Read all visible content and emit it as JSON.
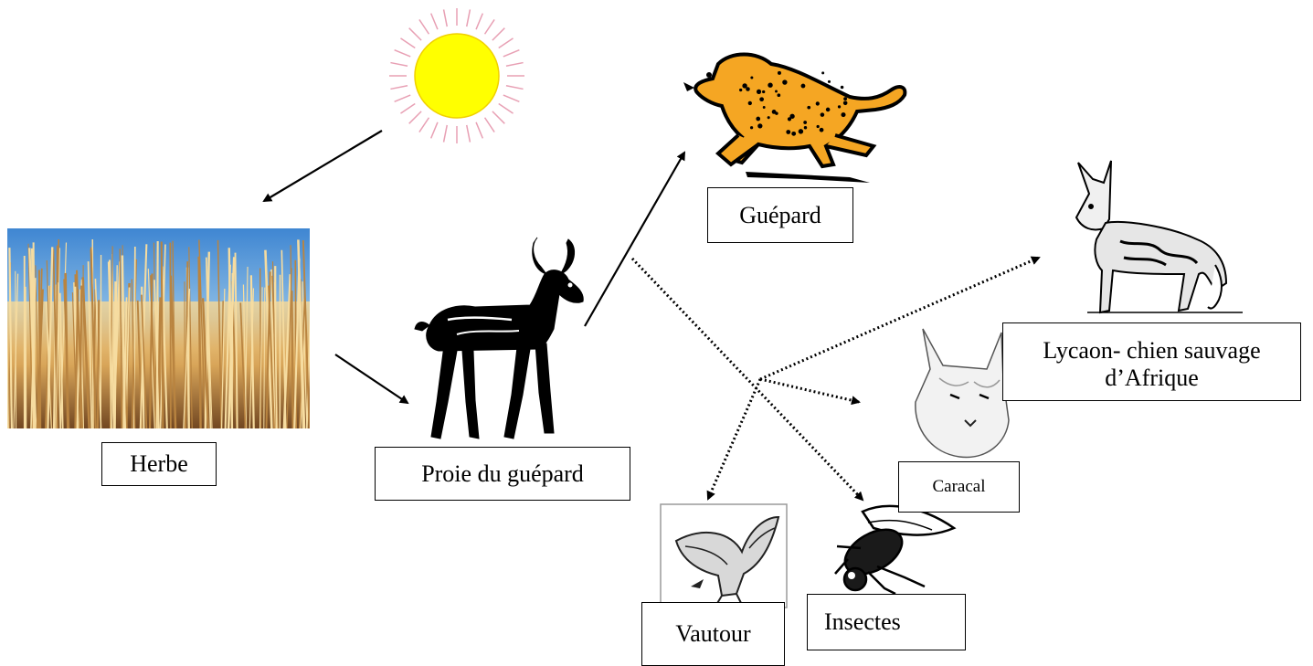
{
  "labels": {
    "herbe": "Herbe",
    "proie": "Proie du guépard",
    "guepard": "Guépard",
    "lycaon": "Lycaon- chien sauvage d’Afrique",
    "caracal": "Caracal",
    "vautour": "Vautour",
    "insectes": "Insectes"
  },
  "colors": {
    "sun_fill": "#ffff00",
    "sun_rays": "#e8a0b4",
    "sky": "#4a90d6",
    "grass": "#c89a4e",
    "cheetah_fur": "#f5a623",
    "ink": "#000000"
  },
  "arrows": [
    {
      "from": "soleil",
      "to": "herbe",
      "style": "solid"
    },
    {
      "from": "herbe",
      "to": "proie_du_guepard",
      "style": "solid"
    },
    {
      "from": "proie_du_guepard",
      "to": "guepard",
      "style": "solid"
    },
    {
      "from": "proie_du_guepard",
      "to": "caracal",
      "style": "dotted"
    },
    {
      "from": "proie_du_guepard",
      "to": "lycaon",
      "style": "dotted"
    },
    {
      "from": "proie_du_guepard",
      "to": "vautour",
      "style": "dotted"
    },
    {
      "from": "proie_du_guepard",
      "to": "insectes",
      "style": "dotted"
    }
  ],
  "icons": [
    "sun-icon",
    "grass-photo",
    "antelope-icon",
    "cheetah-icon",
    "wild-dog-icon",
    "caracal-icon",
    "vulture-icon",
    "fly-icon"
  ]
}
